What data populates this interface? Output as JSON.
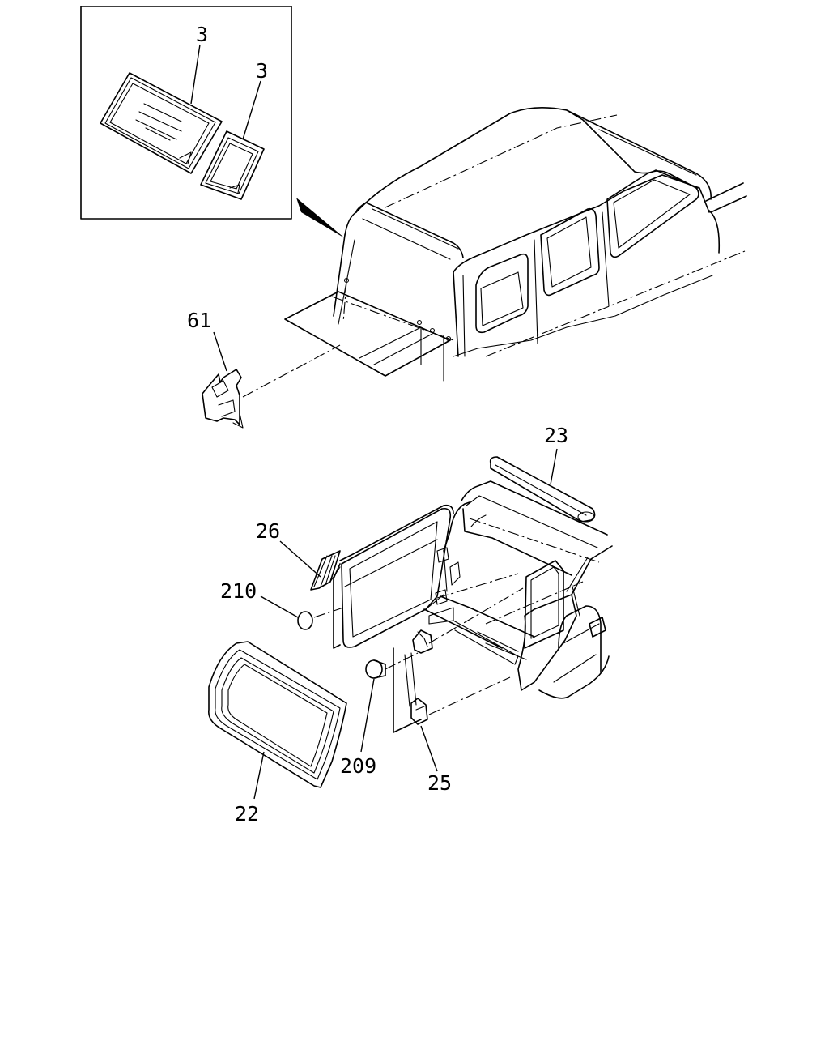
{
  "diagram": {
    "callouts": [
      {
        "id": "inset-glass-large",
        "label": "3"
      },
      {
        "id": "inset-glass-small",
        "label": "3"
      },
      {
        "id": "clip",
        "label": "61"
      },
      {
        "id": "spoiler",
        "label": "23"
      },
      {
        "id": "weatherstrip-small",
        "label": "26"
      },
      {
        "id": "cap",
        "label": "210"
      },
      {
        "id": "rear-glass",
        "label": "22"
      },
      {
        "id": "grommet",
        "label": "209"
      },
      {
        "id": "stay",
        "label": "25"
      }
    ]
  }
}
